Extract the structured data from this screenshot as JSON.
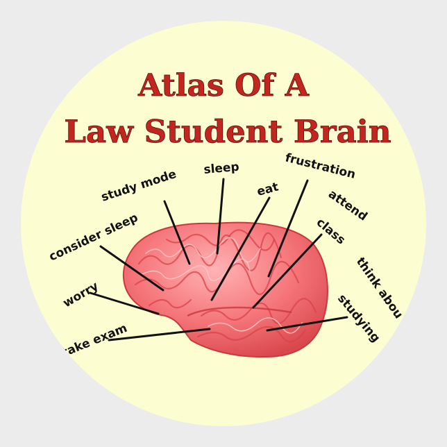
{
  "sticker": {
    "title_line1": "Atlas Of A",
    "title_line2": "Law Student Brain",
    "labels": {
      "study_mode": "study mode",
      "sleep": "sleep",
      "eat": "eat",
      "frustration": "frustration",
      "attend": "attend",
      "class": "class",
      "think_about": "think abou",
      "studying": "studying",
      "consider_sleep": "consider sleep",
      "worry": "worry",
      "take_exam": "take exam"
    },
    "colors": {
      "background": "#ececec",
      "sticker": "#fdfdd2",
      "title": "#c3251f",
      "brain": "#f06a6e"
    }
  }
}
